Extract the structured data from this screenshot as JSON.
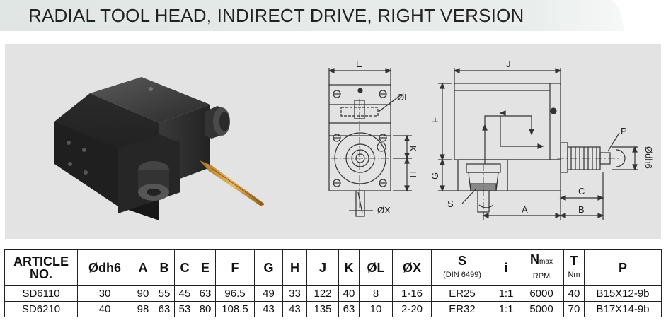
{
  "title": "RADIAL TOOL HEAD, INDIRECT DRIVE, RIGHT VERSION",
  "colors": {
    "title_band": "#e6ebe9",
    "figure_bg": "#e3e3e3",
    "drawing_line": "#333333"
  },
  "drawing_labels": {
    "front": {
      "E": "E",
      "L": "ØL",
      "K": "K",
      "H": "H",
      "X": "ØX"
    },
    "side": {
      "J": "J",
      "F": "F",
      "G": "G",
      "P": "P",
      "dh6": "Ødh6",
      "C": "C",
      "A": "A",
      "B": "B",
      "S": "S"
    }
  },
  "table": {
    "headers": {
      "article_line1": "ARTICLE",
      "article_line2": "NO.",
      "dh6": "Ødh6",
      "A": "A",
      "B": "B",
      "C": "C",
      "E": "E",
      "F": "F",
      "G": "G",
      "H": "H",
      "J": "J",
      "K": "K",
      "L": "ØL",
      "X": "ØX",
      "S": "S",
      "S_sub": "(DIN 6499)",
      "i": "i",
      "N": "N",
      "N_sub": "max",
      "N_unit": "RPM",
      "T": "T",
      "T_unit": "Nm",
      "P": "P"
    },
    "rows": [
      {
        "article": "SD6110",
        "dh6": "30",
        "A": "90",
        "B": "55",
        "C": "45",
        "E": "63",
        "F": "96.5",
        "G": "49",
        "H": "33",
        "J": "122",
        "K": "40",
        "L": "8",
        "X": "1-16",
        "S": "ER25",
        "i": "1:1",
        "N": "6000",
        "T": "40",
        "P": "B15X12-9b"
      },
      {
        "article": "SD6210",
        "dh6": "40",
        "A": "98",
        "B": "63",
        "C": "53",
        "E": "80",
        "F": "108.5",
        "G": "43",
        "H": "43",
        "J": "135",
        "K": "63",
        "L": "10",
        "X": "2-20",
        "S": "ER32",
        "i": "1:1",
        "N": "5000",
        "T": "70",
        "P": "B17X14-9b"
      }
    ]
  }
}
